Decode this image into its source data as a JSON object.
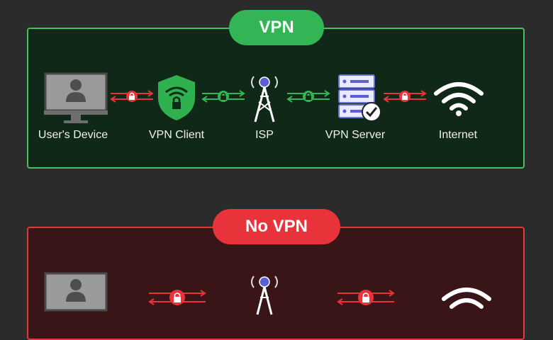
{
  "sections": {
    "vpn": {
      "title": "VPN",
      "nodes": [
        {
          "label": "User's Device",
          "icon": "computer-user-icon"
        },
        {
          "label": "VPN Client",
          "icon": "shield-wifi-lock-icon"
        },
        {
          "label": "ISP",
          "icon": "cell-tower-icon"
        },
        {
          "label": "VPN Server",
          "icon": "server-check-icon"
        },
        {
          "label": "Internet",
          "icon": "wifi-icon"
        }
      ],
      "links": [
        {
          "status": "unencrypted",
          "color": "#e8333b"
        },
        {
          "status": "encrypted",
          "color": "#34b555"
        },
        {
          "status": "encrypted",
          "color": "#34b555"
        },
        {
          "status": "unencrypted",
          "color": "#e8333b"
        }
      ]
    },
    "no_vpn": {
      "title": "No VPN",
      "nodes": [
        {
          "icon": "computer-user-icon"
        },
        {
          "icon": "cell-tower-icon"
        },
        {
          "icon": "wifi-icon"
        }
      ],
      "links": [
        {
          "status": "unencrypted",
          "color": "#e8333b"
        },
        {
          "status": "unencrypted",
          "color": "#e8333b"
        }
      ]
    }
  },
  "colors": {
    "background": "#2b2b2b",
    "vpn_accent": "#34b555",
    "novpn_accent": "#e8333b"
  }
}
